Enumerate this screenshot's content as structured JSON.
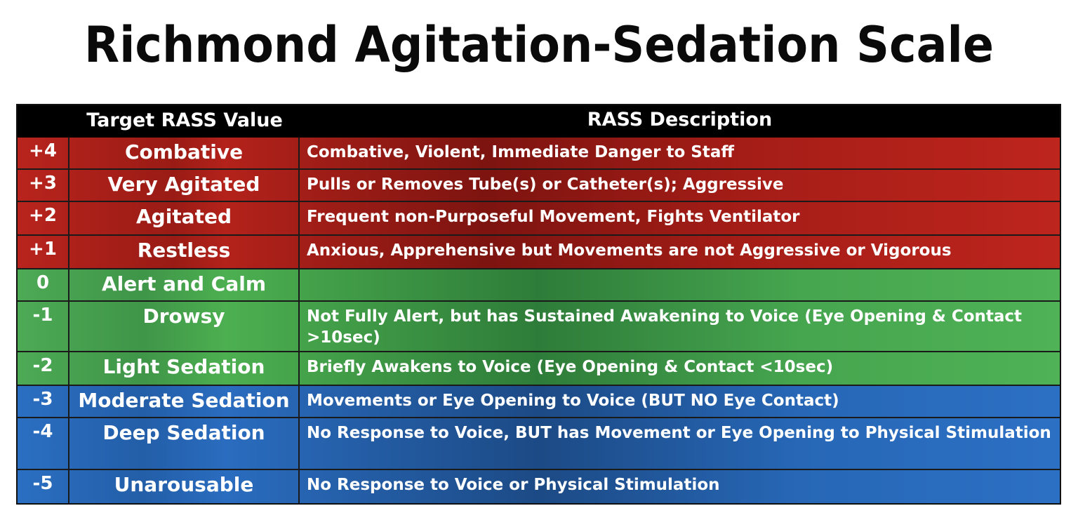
{
  "title": "Richmond Agitation-Sedation Scale",
  "table": {
    "headers": {
      "score": "",
      "target": "Target RASS Value",
      "description": "RASS Description"
    },
    "colors": {
      "agitation": "#b8241d",
      "calm": "#4caf50",
      "sedation": "#2b6fc2",
      "header": "#000000"
    },
    "rows": [
      {
        "score": "+4",
        "term": "Combative",
        "description": "Combative, Violent, Immediate Danger to Staff",
        "group": "agitation"
      },
      {
        "score": "+3",
        "term": "Very Agitated",
        "description": "Pulls or Removes Tube(s) or Catheter(s); Aggressive",
        "group": "agitation"
      },
      {
        "score": "+2",
        "term": "Agitated",
        "description": "Frequent non-Purposeful Movement, Fights Ventilator",
        "group": "agitation"
      },
      {
        "score": "+1",
        "term": "Restless",
        "description": "Anxious, Apprehensive but Movements are not Aggressive or Vigorous",
        "group": "agitation"
      },
      {
        "score": "0",
        "term": "Alert and Calm",
        "description": "",
        "group": "calm"
      },
      {
        "score": "-1",
        "term": "Drowsy",
        "description": "Not Fully Alert, but has Sustained Awakening to Voice (Eye Opening & Contact >10sec)",
        "group": "calm"
      },
      {
        "score": "-2",
        "term": "Light Sedation",
        "description": "Briefly Awakens to Voice (Eye Opening & Contact <10sec)",
        "group": "calm"
      },
      {
        "score": "-3",
        "term": "Moderate Sedation",
        "description": "Movements or Eye Opening to Voice (BUT NO Eye Contact)",
        "group": "sedation"
      },
      {
        "score": "-4",
        "term": "Deep Sedation",
        "description": "No Response to Voice, BUT has Movement or Eye Opening to Physical Stimulation",
        "group": "sedation"
      },
      {
        "score": "-5",
        "term": "Unarousable",
        "description": "No Response to Voice or Physical Stimulation",
        "group": "sedation"
      }
    ]
  }
}
